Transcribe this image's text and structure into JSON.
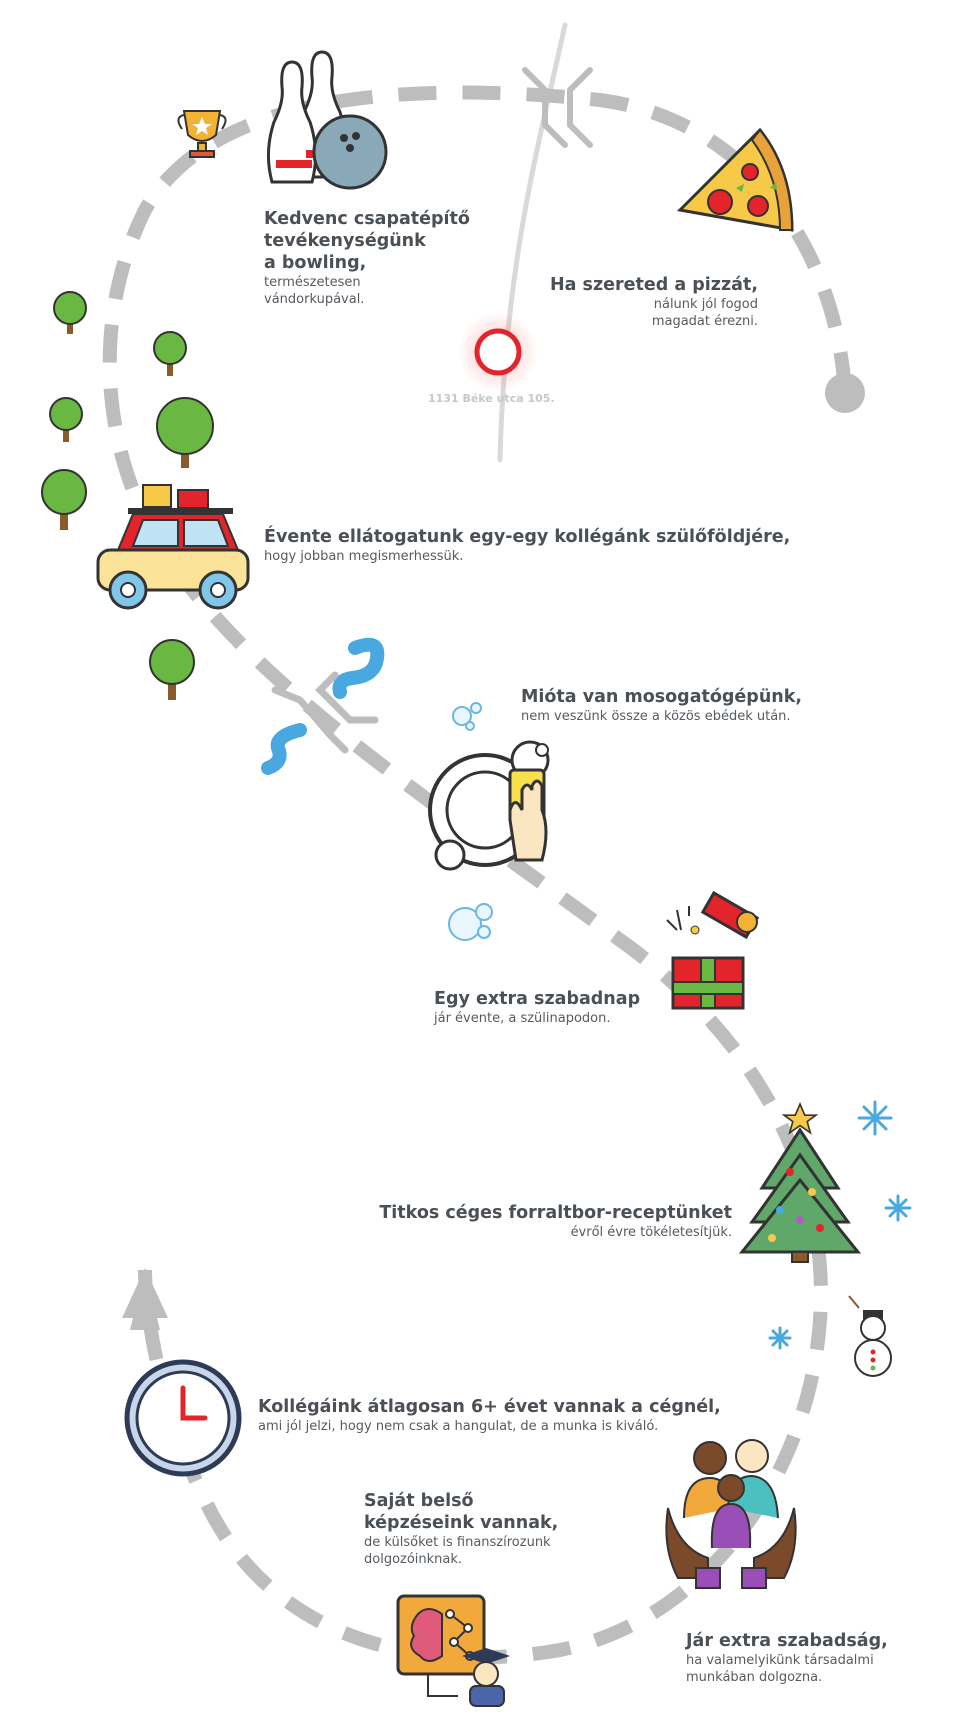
{
  "colors": {
    "path": "#bdbdbd",
    "river": "#4aa8e0",
    "tree": "#68b842",
    "heading": "#4a5056",
    "marker": "#e3242b"
  },
  "address": "1131 Béke utca 105.",
  "items": [
    {
      "id": "bowling",
      "icon": "bowling-icon",
      "title": [
        "Kedvenc csapatépítő",
        "tevékenységünk",
        "a bowling,"
      ],
      "sub": [
        "természetesen",
        "vándorkupával."
      ]
    },
    {
      "id": "pizza",
      "icon": "pizza-icon",
      "title": [
        "Ha szereted a pizzát,"
      ],
      "sub": [
        "nálunk jól fogod",
        "magadat érezni."
      ]
    },
    {
      "id": "trip",
      "icon": "car-icon",
      "title": [
        "Évente ellátogatunk egy-egy kollégánk szülőföldjére,"
      ],
      "sub": [
        "hogy jobban megismerhessük."
      ]
    },
    {
      "id": "dishwasher",
      "icon": "dishwashing-icon",
      "title": [
        "Mióta van mosogatógépünk,"
      ],
      "sub": [
        "nem veszünk össze a közös ebédek után."
      ]
    },
    {
      "id": "birthday",
      "icon": "gift-icon",
      "title": [
        "Egy extra szabadnap"
      ],
      "sub": [
        "jár évente, a szülinapodon."
      ]
    },
    {
      "id": "mulledwine",
      "icon": "christmas-tree-icon",
      "title": [
        "Titkos céges forraltbor-receptünket"
      ],
      "sub": [
        "évről évre tökéletesítjük."
      ]
    },
    {
      "id": "tenure",
      "icon": "clock-icon",
      "title": [
        "Kollégáink átlagosan 6+ évet vannak a cégnél,"
      ],
      "sub": [
        "ami jól jelzi, hogy nem csak a hangulat, de a munka is kiváló."
      ]
    },
    {
      "id": "training",
      "icon": "brain-training-icon",
      "title": [
        "Saját belső",
        "képzéseink vannak,"
      ],
      "sub": [
        "de külsőket is finanszírozunk",
        "dolgozóinknak."
      ]
    },
    {
      "id": "volunteer",
      "icon": "community-hands-icon",
      "title": [
        "Jár extra szabadság,"
      ],
      "sub": [
        "ha valamelyikünk társadalmi",
        "munkában dolgozna."
      ]
    }
  ]
}
